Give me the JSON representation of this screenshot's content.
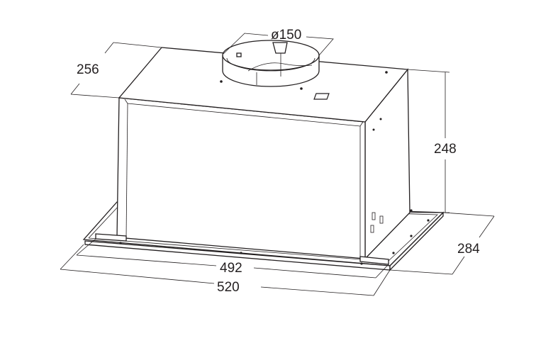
{
  "dimensions": {
    "duct_diameter": "ø150",
    "depth_top": "256",
    "height": "248",
    "depth_bottom": "284",
    "inner_width": "492",
    "outer_width": "520"
  }
}
